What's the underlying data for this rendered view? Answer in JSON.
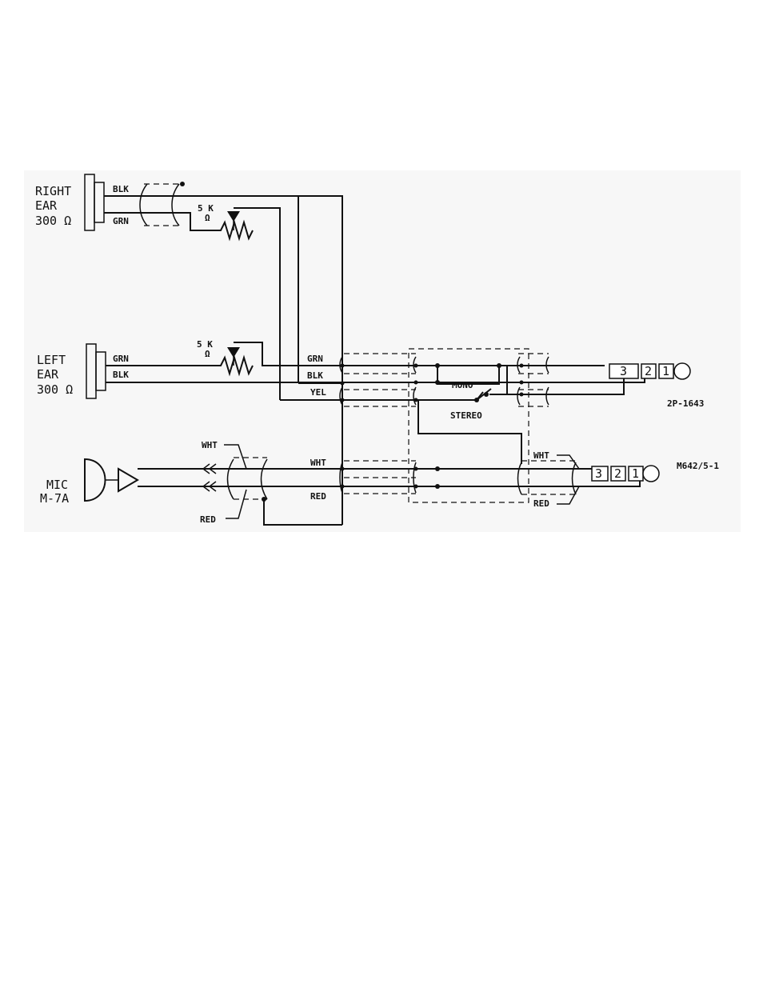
{
  "components": {
    "right_ear": {
      "line1": "RIGHT",
      "line2": "EAR",
      "line3": "300 Ω"
    },
    "left_ear": {
      "line1": "LEFT",
      "line2": "EAR",
      "line3": "300 Ω"
    },
    "mic": {
      "line1": "MIC",
      "line2": "M-7A"
    },
    "pot_top": {
      "value": "5 K",
      "unit": "Ω"
    },
    "pot_left": {
      "value": "5 K",
      "unit": "Ω"
    }
  },
  "wires": {
    "right_blk": "BLK",
    "right_grn": "GRN",
    "left_grn": "GRN",
    "left_blk": "BLK",
    "bundle_grn": "GRN",
    "bundle_blk": "BLK",
    "bundle_yel": "YEL",
    "bundle_wht": "WHT",
    "bundle_red": "RED",
    "mic_wht": "WHT",
    "mic_red": "RED",
    "out_wht": "WHT",
    "out_red": "RED"
  },
  "switch": {
    "mono": "MONO",
    "stereo": "STEREO"
  },
  "connectors": {
    "headset": {
      "pins": [
        "3",
        "2",
        "1"
      ],
      "part": "2P-1643"
    },
    "mic": {
      "pins": [
        "3",
        "2",
        "1"
      ],
      "part": "M642/5-1"
    }
  }
}
